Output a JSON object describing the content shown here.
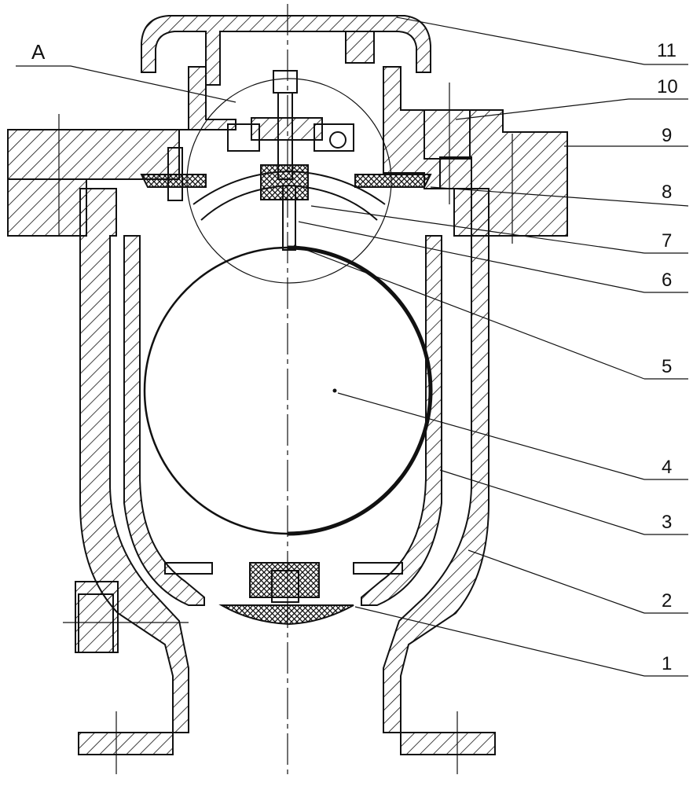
{
  "detail_label": "A",
  "part_labels": [
    "11",
    "10",
    "9",
    "8",
    "7",
    "6",
    "5",
    "4",
    "3",
    "2",
    "1"
  ],
  "colors": {
    "line": "#111111",
    "background": "#ffffff"
  }
}
